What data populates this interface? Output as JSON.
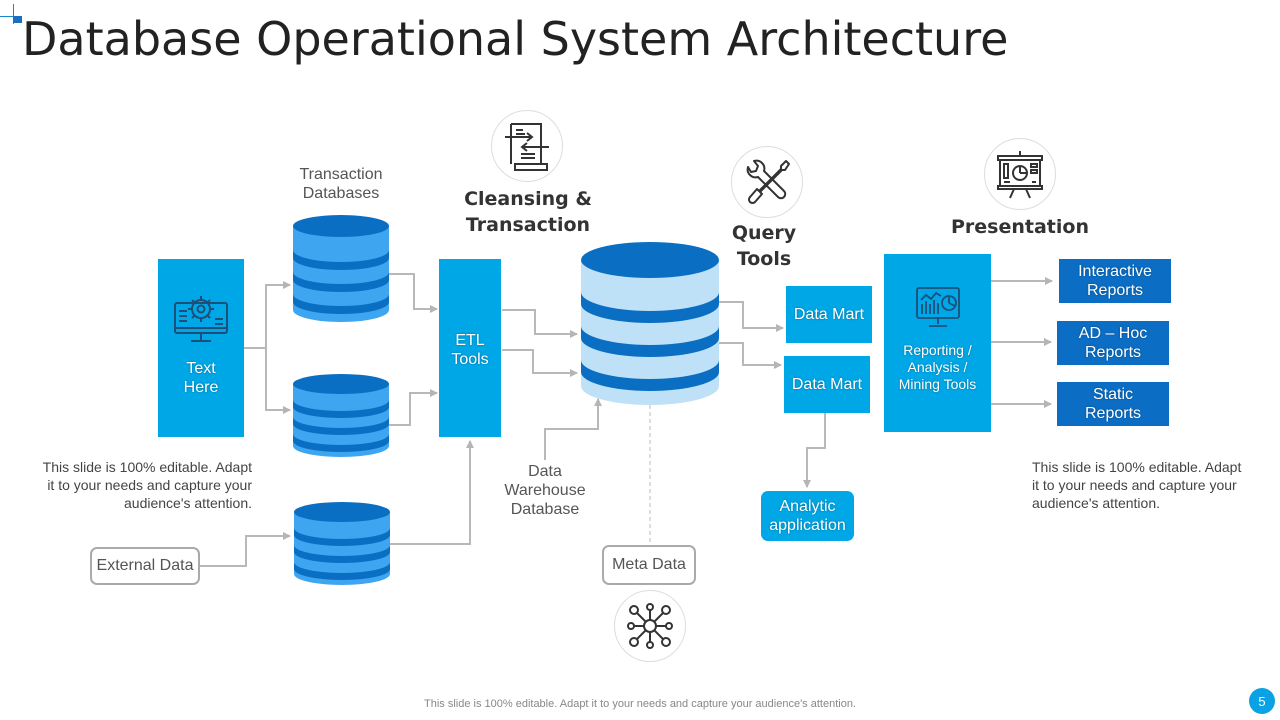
{
  "title": "Database Operational System Architecture",
  "colors": {
    "cyan": "#00a7e6",
    "dark_blue": "#0b6ec4",
    "cylinder_dark": "#0a6ec2",
    "cylinder_light": "#3ea6f0",
    "warehouse_light": "#bfe1f7",
    "connector": "#b5b5b5"
  },
  "sections": {
    "cleansing": {
      "line1": "Cleansing &",
      "line2": "Transaction",
      "icon": "document-transfer-icon"
    },
    "query": {
      "line1": "Query",
      "line2": "Tools",
      "icon": "wrench-screwdriver-icon"
    },
    "presentation": {
      "line1": "Presentation",
      "icon": "presentation-board-icon"
    }
  },
  "source_box": {
    "line1": "Text",
    "line2": "Here",
    "icon": "monitor-gear-icon"
  },
  "transaction_databases_label": {
    "line1": "Transaction",
    "line2": "Databases"
  },
  "etl_box": {
    "line1": "ETL",
    "line2": "Tools"
  },
  "warehouse_label": {
    "line1": "Data",
    "line2": "Warehouse",
    "line3": "Database"
  },
  "external_data": "External Data",
  "meta_data": {
    "label": "Meta Data",
    "icon": "network-hub-icon"
  },
  "data_marts": [
    "Data Mart",
    "Data Mart"
  ],
  "analytic_app": {
    "line1": "Analytic",
    "line2": "application"
  },
  "reporting_box": {
    "line1": "Reporting /",
    "line2": "Analysis /",
    "line3": "Mining Tools",
    "icon": "monitor-chart-icon"
  },
  "reports": [
    {
      "line1": "Interactive",
      "line2": "Reports"
    },
    {
      "line1": "AD – Hoc",
      "line2": "Reports"
    },
    {
      "line1": "Static",
      "line2": "Reports"
    }
  ],
  "note_left": {
    "line1": "This slide is 100% editable.  Adapt",
    "line2": "it to your needs and capture your",
    "line3": "audience's attention."
  },
  "note_right": {
    "line1": "This slide is 100% editable.  Adapt",
    "line2": "it to your needs and capture your",
    "line3": "audience's attention."
  },
  "footer": "This slide is 100% editable. Adapt it to your needs and capture your audience's attention.",
  "page_number": "5"
}
